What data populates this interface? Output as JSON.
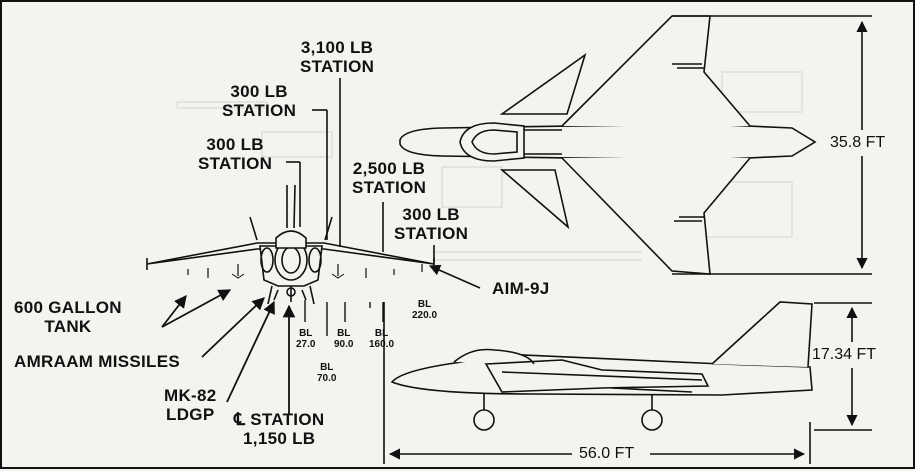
{
  "labels": {
    "station_3100": [
      "3,100 LB",
      "STATION"
    ],
    "station_300_upper": [
      "300 LB",
      "STATION"
    ],
    "station_300_lower": [
      "300 LB",
      "STATION"
    ],
    "station_2500": [
      "2,500 LB",
      "STATION"
    ],
    "station_300_right": [
      "300 LB",
      "STATION"
    ],
    "aim9j": "AIM-9J",
    "tank_600": [
      "600 GALLON",
      "TANK"
    ],
    "amraam": "AMRAAM MISSILES",
    "mk82": [
      "MK-82",
      "LDGP"
    ],
    "centerline": [
      "℄ STATION",
      "1,150 LB"
    ]
  },
  "butt_lines": {
    "bl_27": [
      "BL",
      "27.0"
    ],
    "bl_70": [
      "BL",
      "70.0"
    ],
    "bl_90": [
      "BL",
      "90.0"
    ],
    "bl_160": [
      "BL",
      "160.0"
    ],
    "bl_220": [
      "BL",
      "220.0"
    ]
  },
  "dimensions": {
    "span": "35.8 FT",
    "height": "17.34 FT",
    "length": "56.0 FT"
  },
  "colors": {
    "ink": "#111111",
    "paper": "#f4f3ef",
    "ghost": "#c9c9c5"
  }
}
